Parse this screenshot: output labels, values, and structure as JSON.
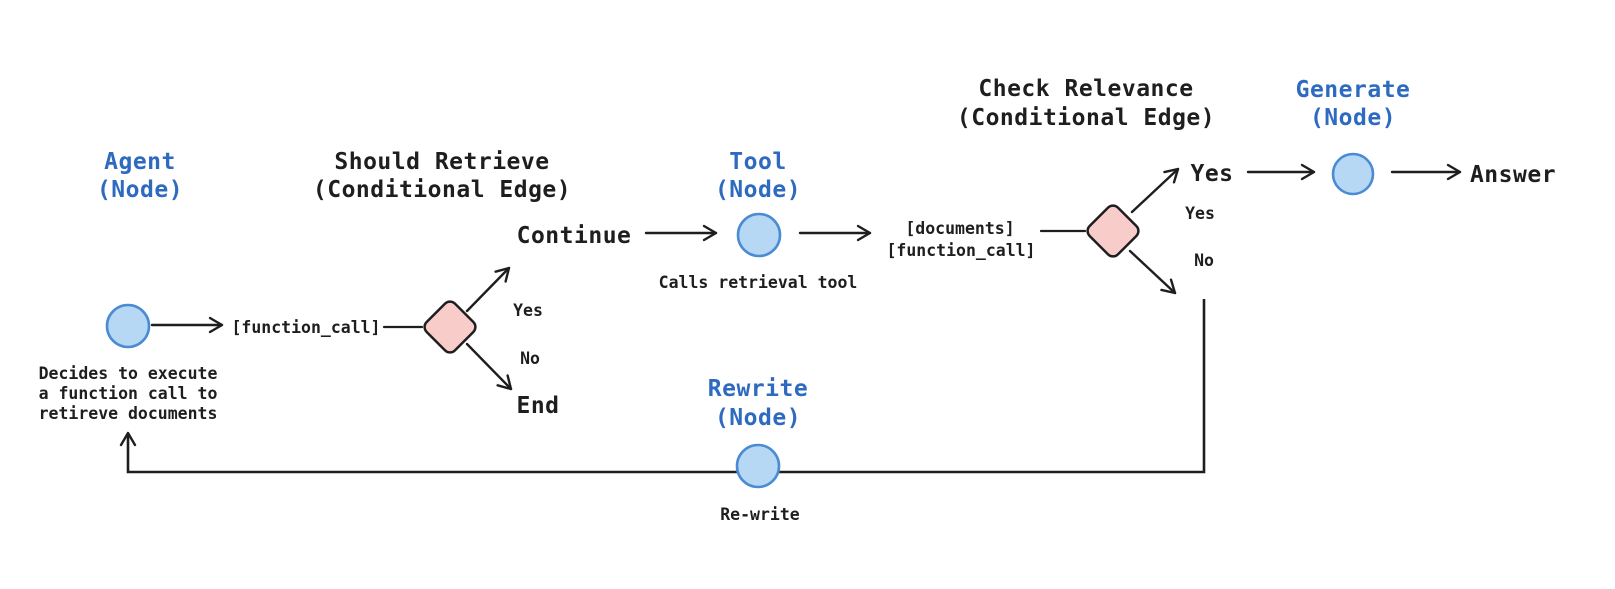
{
  "colors": {
    "background": "#ffffff",
    "ink": "#1e1e1e",
    "blue_text": "#2e6bc0",
    "node_fill": "#b7d8f4",
    "node_stroke": "#4a8bd4",
    "diamond_fill": "#f8cdc9",
    "diamond_stroke": "#1e1e1e"
  },
  "diagram": {
    "agent": {
      "title": "Agent",
      "subtitle": "(Node)",
      "caption": [
        "Decides to execute",
        "a function call to",
        "retireve documents"
      ],
      "output_label": "[function_call]"
    },
    "should_retrieve": {
      "title": "Should Retrieve",
      "subtitle": "(Conditional Edge)",
      "yes_label": "Yes",
      "no_label": "No",
      "yes_target": "Continue",
      "no_target": "End"
    },
    "tool": {
      "title": "Tool",
      "subtitle": "(Node)",
      "caption": "Calls retrieval tool",
      "output_labels": [
        "[documents]",
        "[function_call]"
      ]
    },
    "check_relevance": {
      "title": "Check Relevance",
      "subtitle": "(Conditional Edge)",
      "yes_label": "Yes",
      "no_label": "No",
      "yes_target": "Yes"
    },
    "generate": {
      "title": "Generate",
      "subtitle": "(Node)",
      "output_label": "Answer"
    },
    "rewrite": {
      "title": "Rewrite",
      "subtitle": "(Node)",
      "caption": "Re-write"
    }
  }
}
